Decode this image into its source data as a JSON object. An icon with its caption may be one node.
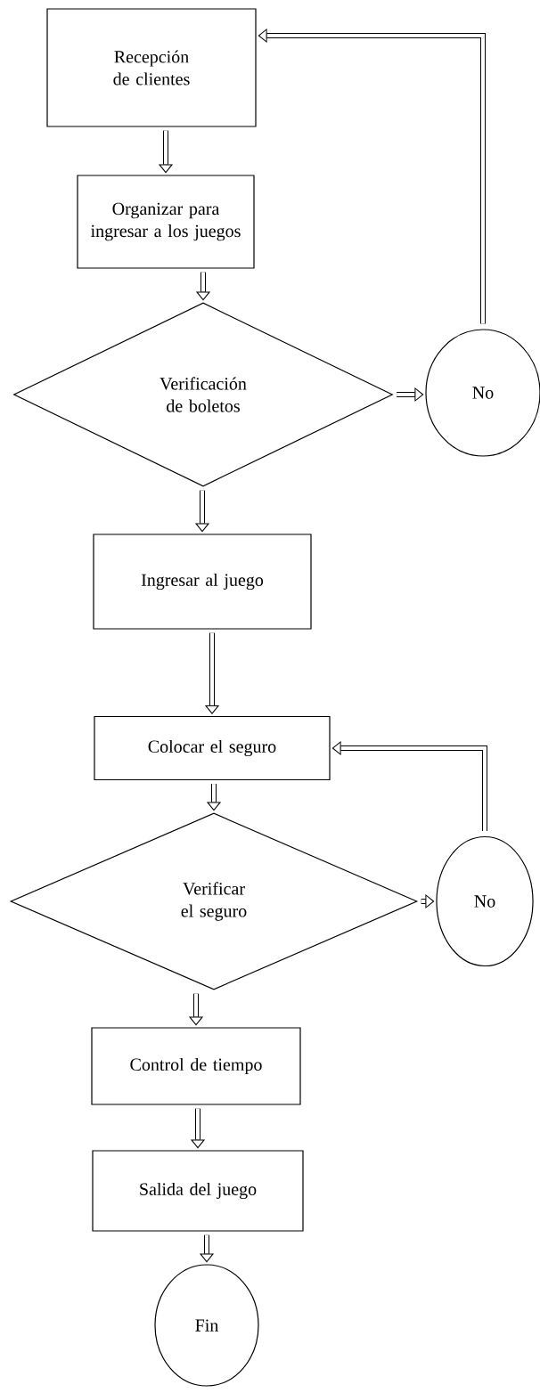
{
  "diagram": {
    "nodes": [
      {
        "text": [
          "Recepción de clientes"
        ]
      },
      {
        "text": [
          "Organizar para ingresar a los juegos"
        ]
      },
      {
        "text": [
          "Verificación de boletos"
        ]
      },
      {
        "text": [
          "No"
        ]
      },
      {
        "text": [
          "Ingresar al juego"
        ]
      },
      {
        "text": [
          "Colocar el seguro"
        ]
      },
      {
        "text": [
          "Verificar el seguro"
        ]
      },
      {
        "text": [
          "No"
        ]
      },
      {
        "text": [
          "Control de tiempo"
        ]
      },
      {
        "text": [
          "Salida del juego"
        ]
      },
      {
        "text": [
          "Fin"
        ]
      }
    ],
    "edges": [
      {
        "from": 0,
        "to": 1,
        "arrow": "to"
      },
      {
        "from": 1,
        "to": 2,
        "arrow": "to"
      },
      {
        "from": 2,
        "to": 3,
        "arrow": "to"
      },
      {
        "from": 3,
        "to": 0,
        "arrow": "to"
      },
      {
        "from": 2,
        "to": 4,
        "arrow": "to"
      },
      {
        "from": 4,
        "to": 5,
        "arrow": "to"
      },
      {
        "from": 5,
        "to": 6,
        "arrow": "to"
      },
      {
        "from": 6,
        "to": 7,
        "arrow": "to"
      },
      {
        "from": 7,
        "to": 5,
        "arrow": "to"
      },
      {
        "from": 6,
        "to": 8,
        "arrow": "to"
      },
      {
        "from": 8,
        "to": 9,
        "arrow": "to"
      },
      {
        "from": 9,
        "to": 10,
        "arrow": "to"
      }
    ]
  }
}
